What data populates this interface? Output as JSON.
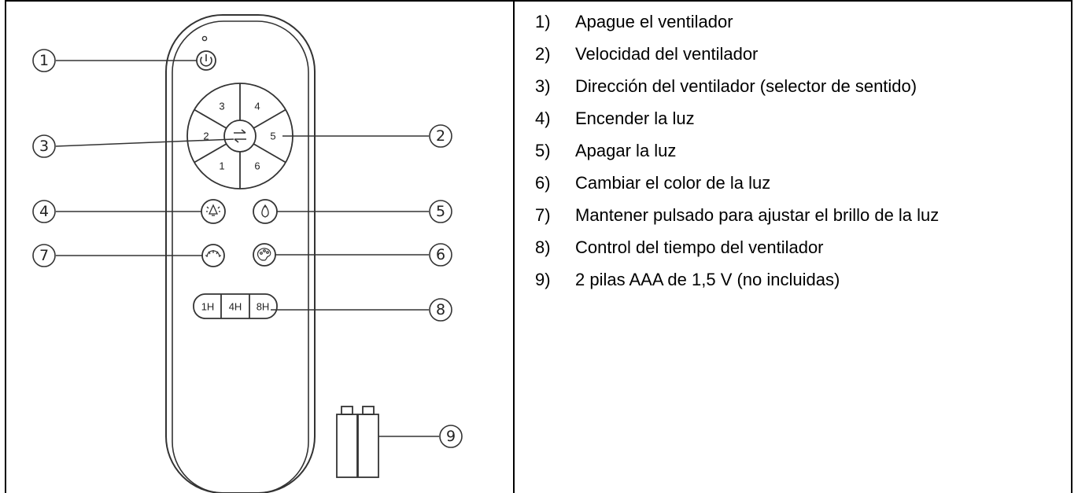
{
  "callouts": [
    "1",
    "2",
    "3",
    "4",
    "5",
    "6",
    "7",
    "8",
    "9"
  ],
  "wheel_labels": [
    "3",
    "4",
    "2",
    "5",
    "1",
    "6"
  ],
  "timer_labels": [
    "1H",
    "4H",
    "8H"
  ],
  "legend": [
    {
      "num": "1)",
      "text": "Apague el ventilador"
    },
    {
      "num": "2)",
      "text": "Velocidad del ventilador"
    },
    {
      "num": "3)",
      "text": "Dirección del ventilador (selector de sentido)"
    },
    {
      "num": "4)",
      "text": "Encender la luz"
    },
    {
      "num": "5)",
      "text": "Apagar la luz"
    },
    {
      "num": "6)",
      "text": "Cambiar el color de la luz"
    },
    {
      "num": "7)",
      "text": "Mantener pulsado para ajustar el brillo de la luz"
    },
    {
      "num": "8)",
      "text": "Control del tiempo del ventilador"
    },
    {
      "num": "9)",
      "text": "2 pilas AAA de 1,5 V (no incluidas)"
    }
  ]
}
